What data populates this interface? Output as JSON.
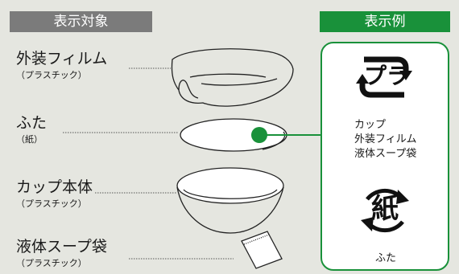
{
  "headers": {
    "left": "表示対象",
    "right": "表示例"
  },
  "items": [
    {
      "name": "外装フィルム",
      "material": "（プラスチック）"
    },
    {
      "name": "ふた",
      "material": "（紙）"
    },
    {
      "name": "カップ本体",
      "material": "（プラスチック）"
    },
    {
      "name": "液体スープ袋",
      "material": "（プラスチック）"
    }
  ],
  "marks": {
    "plastic": {
      "symbol": "プラ",
      "items": [
        "カップ",
        "外装フィルム",
        "液体スープ袋"
      ]
    },
    "paper": {
      "symbol": "紙",
      "items": [
        "ふた"
      ]
    }
  },
  "colors": {
    "accent_green": "#19913a",
    "header_gray": "#7b7b7b",
    "background": "#e5e6e0"
  }
}
